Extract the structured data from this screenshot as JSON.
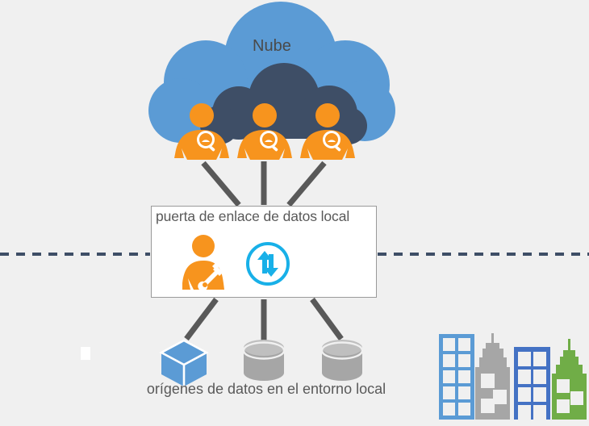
{
  "diagram": {
    "title_visible_texts": {
      "cloud_label": "Nube",
      "gateway_label": "puerta de enlace de datos local",
      "sources_caption": "orígenes de datos en el entorno local"
    },
    "colors": {
      "background": "#f0f0f0",
      "cloud_light_blue": "#5b9bd5",
      "cloud_dark_navy": "#3e4e66",
      "person_orange": "#f7941e",
      "sync_blue": "#18b0e8",
      "connector_gray": "#595959",
      "dashed_line_navy": "#3e4e66",
      "box_white": "#ffffff",
      "box_border_gray": "#9a9a9a",
      "cube_blue": "#5b9bd5",
      "cylinder_gray": "#a6a6a6",
      "cylinder_top_gray": "#bfbfbf",
      "building_light_blue": "#5b9bd5",
      "building_gray": "#a6a6a6",
      "building_dark_blue": "#4472c4",
      "building_green": "#70ad47",
      "window_fill": "#f0f0f0",
      "text_gray": "#595959"
    },
    "cloud": {
      "label": "Nube",
      "icons": [
        {
          "name": "cloud-user-analyst-1"
        },
        {
          "name": "cloud-user-analyst-2"
        },
        {
          "name": "cloud-user-analyst-3"
        }
      ]
    },
    "gateway": {
      "label": "puerta de enlace de datos local",
      "icons": [
        {
          "name": "gateway-admin-icon"
        },
        {
          "name": "gateway-sync-icon"
        }
      ]
    },
    "boundary": {
      "name": "cloud-onpremises-boundary",
      "style": "dashed"
    },
    "data_sources": {
      "caption": "orígenes de datos en el entorno local",
      "items": [
        {
          "name": "data-source-cube",
          "type": "cube"
        },
        {
          "name": "data-source-database-1",
          "type": "database"
        },
        {
          "name": "data-source-database-2",
          "type": "database"
        }
      ]
    },
    "cityscape": {
      "name": "on-premises-cityscape",
      "buildings": [
        {
          "name": "building-light-blue",
          "color": "#5b9bd5"
        },
        {
          "name": "building-gray",
          "color": "#a6a6a6"
        },
        {
          "name": "building-dark-blue",
          "color": "#4472c4"
        },
        {
          "name": "building-green",
          "color": "#70ad47"
        }
      ]
    },
    "connectors": {
      "upper": [
        {
          "name": "connector-cloud-left"
        },
        {
          "name": "connector-cloud-center"
        },
        {
          "name": "connector-cloud-right"
        }
      ],
      "lower": [
        {
          "name": "connector-source-left"
        },
        {
          "name": "connector-source-center"
        },
        {
          "name": "connector-source-right"
        }
      ]
    }
  }
}
